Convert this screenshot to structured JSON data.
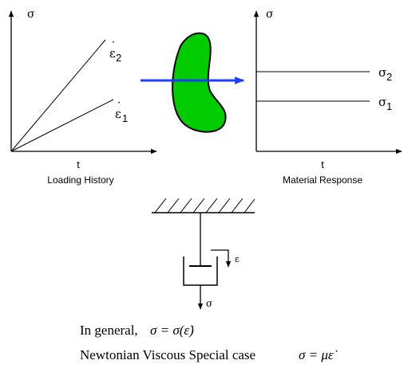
{
  "left_plot": {
    "y_axis_label": "σ",
    "x_axis_label": "t",
    "caption": "Loading History",
    "line_upper": {
      "symbol": "ε",
      "dot": "·",
      "subscript": "2"
    },
    "line_lower": {
      "symbol": "ε",
      "dot": "·",
      "subscript": "1"
    }
  },
  "right_plot": {
    "y_axis_label": "σ",
    "x_axis_label": "t",
    "caption": "Material Response",
    "line_upper": {
      "symbol": "σ",
      "subscript": "2"
    },
    "line_lower": {
      "symbol": "σ",
      "subscript": "1"
    }
  },
  "dashpot": {
    "strain_label": "ε",
    "stress_label": "σ"
  },
  "equations": {
    "general_prefix": "In general,",
    "general_formula": "σ = σ(ε̇)",
    "special_prefix": "Newtonian Viscous Special case",
    "special_formula": "σ = με̇"
  },
  "colors": {
    "material_fill": "#00cc00",
    "arrow": "#1a3cff",
    "line": "#000000"
  }
}
